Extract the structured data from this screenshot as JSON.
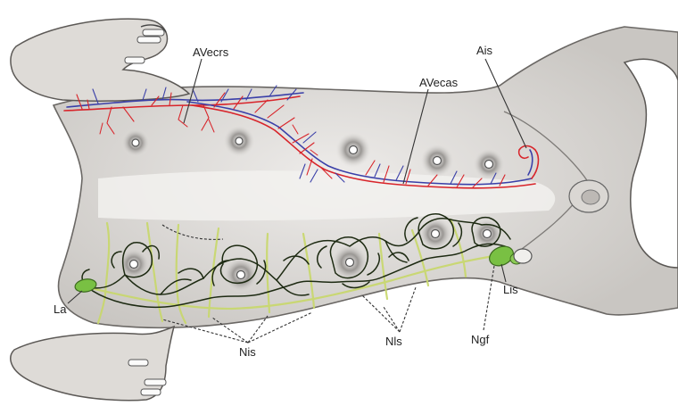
{
  "labels": {
    "avecrs": "AVecrs",
    "ais": "Ais",
    "avecas": "AVecas",
    "la": "La",
    "lis": "Lis",
    "nis": "Nis",
    "nls": "Nls",
    "ngf": "Ngf"
  },
  "colors": {
    "skin": "#e4e2df",
    "skin_shadow": "#b9b6b2",
    "outline": "#555555",
    "artery": "#d8242a",
    "vein": "#3a3fa8",
    "lymph_vessel": "#1d2a12",
    "lymph_node": "#79c043",
    "nerve": "#c8d86a",
    "leader_line": "#333333"
  }
}
